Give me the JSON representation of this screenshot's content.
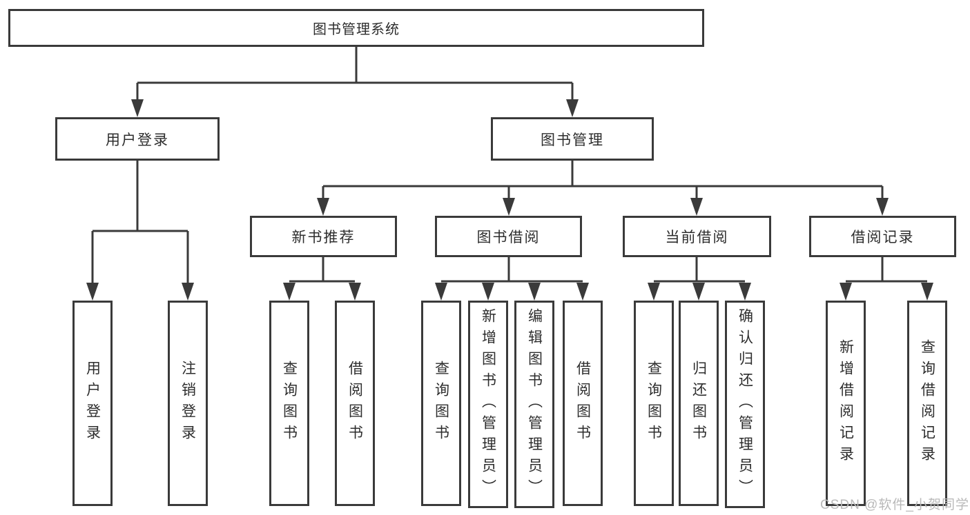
{
  "colors": {
    "line": "#3a3a3a",
    "text": "#2d2d2d",
    "watermark": "#b9b9b9",
    "bg": "#ffffff"
  },
  "watermark": "CSDN @软件_小贺同学",
  "tree": {
    "root": {
      "label": "图书管理系统"
    },
    "level1": [
      {
        "label": "用户登录",
        "children": [
          "用户登录",
          "注销登录"
        ]
      },
      {
        "label": "图书管理"
      }
    ],
    "level2": [
      {
        "label": "新书推荐",
        "children": [
          "查询图书",
          "借阅图书"
        ]
      },
      {
        "label": "图书借阅",
        "children": [
          "查询图书",
          "新增图书（管理员）",
          "编辑图书（管理员）",
          "借阅图书"
        ]
      },
      {
        "label": "当前借阅",
        "children": [
          "查询图书",
          "归还图书",
          "确认归还（管理员）"
        ]
      },
      {
        "label": "借阅记录",
        "children": [
          "新增借阅记录",
          "查询借阅记录"
        ]
      }
    ]
  }
}
